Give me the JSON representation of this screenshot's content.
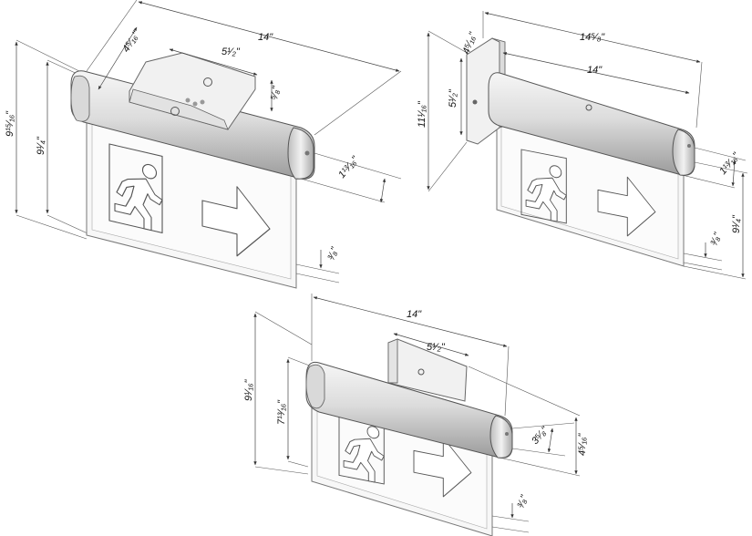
{
  "colors": {
    "line": "#555555",
    "panel": "#f7f7f7",
    "bar_light": "#f6f6f6",
    "bar_dark": "#9b9b9b",
    "background": "#ffffff"
  },
  "icons": [
    "exit-running-man-icon",
    "exit-arrow-right-icon"
  ],
  "views": {
    "top_left": {
      "dim_width": "14\"",
      "dim_depth": "4⁵⁄₁₆\"",
      "dim_mount_width": "5¹⁄₂\"",
      "dim_mount_height": "⁵⁄₈\"",
      "dim_total_height": "9¹⁵⁄₁₆\"",
      "dim_sign_height": "9¹⁄₄\"",
      "dim_bar_depth": "1¹³⁄₁₆\"",
      "dim_panel_thickness": "³⁄₈\""
    },
    "top_right": {
      "dim_total_width": "14⁵⁄₈\"",
      "dim_width": "14\"",
      "dim_mount_depth": "4⁵⁄₁₆\"",
      "dim_mount_height": "5¹⁄₂\"",
      "dim_total_height": "11¹⁄₁₆\"",
      "dim_bar_depth": "1¹³⁄₁₆\"",
      "dim_panel_thickness": "³⁄₈\"",
      "dim_sign_height": "9¹⁄₄\""
    },
    "bottom": {
      "dim_width": "14\"",
      "dim_mount_width": "5¹⁄₂\"",
      "dim_total_height": "9¹⁄₁₆\"",
      "dim_sign_height": "7¹³⁄₁₆\"",
      "dim_bar_depth": "3⁵⁄₈\"",
      "dim_depth": "4⁵⁄₁₆\"",
      "dim_panel_thickness": "³⁄₈\""
    }
  }
}
